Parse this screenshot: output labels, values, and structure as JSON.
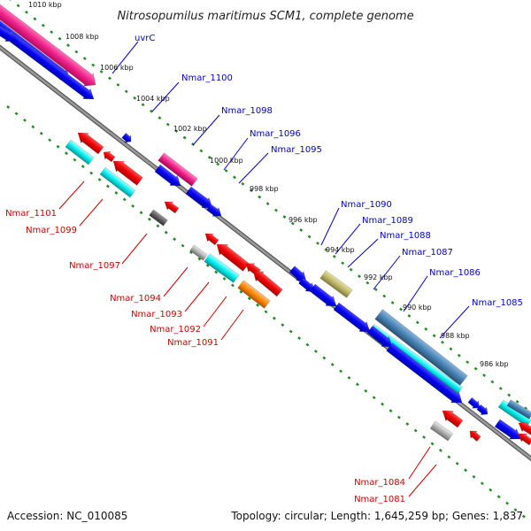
{
  "title": "Nitrosopumilus maritimus SCM1, complete genome",
  "kbp_labels": [
    "1010 kbp",
    "1008 kbp",
    "1006 kbp",
    "1004 kbp",
    "1002 kbp",
    "1000 kbp",
    "998 kbp",
    "996 kbp",
    "994 kbp",
    "992 kbp",
    "990 kbp",
    "988 kbp",
    "986 kbp"
  ],
  "forward_gene_labels": [
    "uvrC",
    "Nmar_1100",
    "Nmar_1098",
    "Nmar_1096",
    "Nmar_1095",
    "Nmar_1090",
    "Nmar_1089",
    "Nmar_1088",
    "Nmar_1087",
    "Nmar_1086",
    "Nmar_1085"
  ],
  "reverse_gene_labels": [
    "Nmar_1101",
    "Nmar_1099",
    "Nmar_1097",
    "Nmar_1094",
    "Nmar_1093",
    "Nmar_1092",
    "Nmar_1091",
    "Nmar_1084",
    "Nmar_1081"
  ],
  "footer": {
    "accession": "Accession: NC_010085",
    "summary": "Topology: circular; Length: 1,645,259 bp; Genes: 1,837"
  },
  "colors": {
    "backbone": "#808080",
    "dotted_scale": "#228b22",
    "forward_label": "#0000cc",
    "reverse_label": "#cc0000",
    "cds_blue": "#0000ee",
    "cds_red": "#ee0000",
    "cds_magenta": "#ee2288",
    "cds_cyan": "#00eeee",
    "cds_steelblue": "#4682b4",
    "cds_orange": "#ff8800",
    "cds_olive": "#bdb76b",
    "cds_gray": "#b0b0b0",
    "cds_darkgray": "#606060"
  }
}
